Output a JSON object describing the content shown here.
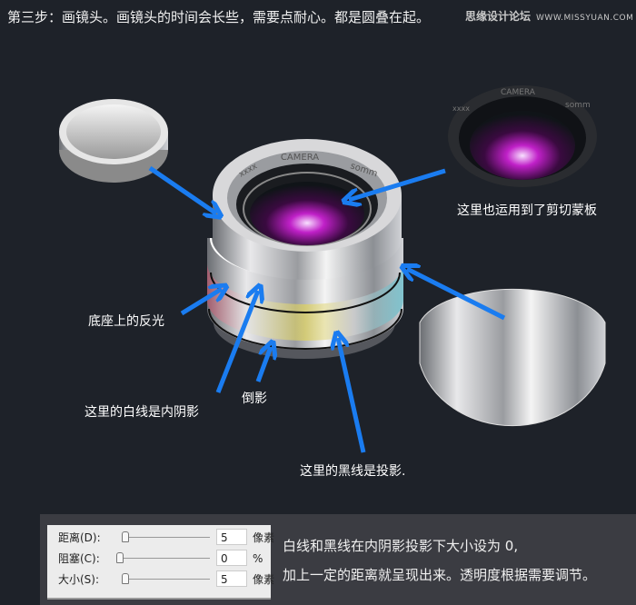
{
  "header": {
    "title": "第三步：画镜头。画镜头的时间会长些，需要点耐心。都是圆叠在起。",
    "watermark_cn": "思缘设计论坛",
    "watermark_url": "WWW.MISSYUAN.COM"
  },
  "lens": {
    "engraving_top": "CAMERA",
    "engraving_left": "xxxx",
    "engraving_right": "somm"
  },
  "annotations": {
    "clipping_mask": "这里也运用到了剪切蒙板",
    "base_reflection": "底座上的反光",
    "white_line": "这里的白线是内阴影",
    "reflection": "倒影",
    "black_line": "这里的黑线是投影."
  },
  "colors": {
    "arrow": "#1a7cf0",
    "background": "#1e2229",
    "lens_glow": "#c020c8"
  },
  "dialog": {
    "rows": [
      {
        "label": "距离(D):",
        "value": "5",
        "unit": "像素",
        "slider": 0
      },
      {
        "label": "阻塞(C):",
        "value": "0",
        "unit": "%",
        "slider": 0
      },
      {
        "label": "大小(S):",
        "value": "5",
        "unit": "像素",
        "slider": 0
      }
    ]
  },
  "notes": {
    "line1": "白线和黑线在内阴影投影下大小设为  0,",
    "line2": "加上一定的距离就呈现出来。透明度根据需要调节。"
  }
}
